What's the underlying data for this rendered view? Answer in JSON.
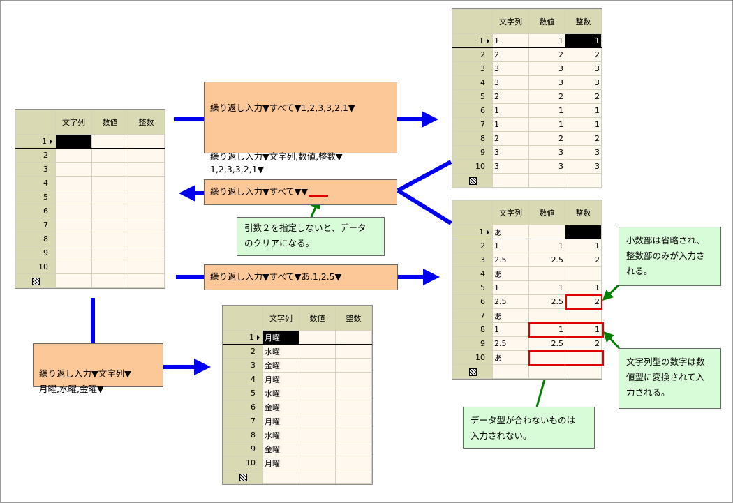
{
  "headers": [
    "文字列",
    "数値",
    "整数"
  ],
  "commands": {
    "cmd1_line1": "繰り返し入力▼すべて▼1,2,3,3,2,1▼",
    "cmd1_line2": "繰り返し入力▼文字列,数値,整数▼\n1,2,3,3,2,1▼",
    "cmd2_prefix": "繰り返し入力▼すべて",
    "cmd2_suffix": "▼▼",
    "cmd3": "繰り返し入力▼すべて▼あ,1,2.5▼",
    "cmd4": "繰り返し入力▼文字列▼\n月曜,水曜,金曜▼"
  },
  "notes": {
    "clear": "引数２を指定しないと、データ\nのクリアになる。",
    "decimal": "小数部は省略され、\n整数部のみが入力さ\nれる。",
    "string_num": "文字列型の数字は数\n値型に変換されて入\n力される。",
    "mismatch": "データ型が合わないものは\n入力されない。"
  },
  "grids": {
    "empty": {
      "rows": [
        [
          "",
          "",
          ""
        ],
        [
          "",
          "",
          ""
        ],
        [
          "",
          "",
          ""
        ],
        [
          "",
          "",
          ""
        ],
        [
          "",
          "",
          ""
        ],
        [
          "",
          "",
          ""
        ],
        [
          "",
          "",
          ""
        ],
        [
          "",
          "",
          ""
        ],
        [
          "",
          "",
          ""
        ],
        [
          "",
          "",
          ""
        ]
      ]
    },
    "top_right": {
      "rows": [
        [
          "1",
          "1",
          "1"
        ],
        [
          "2",
          "2",
          "2"
        ],
        [
          "3",
          "3",
          "3"
        ],
        [
          "3",
          "3",
          "3"
        ],
        [
          "2",
          "2",
          "2"
        ],
        [
          "1",
          "1",
          "1"
        ],
        [
          "1",
          "1",
          "1"
        ],
        [
          "2",
          "2",
          "2"
        ],
        [
          "3",
          "3",
          "3"
        ],
        [
          "3",
          "3",
          "3"
        ]
      ]
    },
    "mid_right": {
      "rows": [
        [
          "あ",
          "",
          ""
        ],
        [
          "1",
          "1",
          "1"
        ],
        [
          "2.5",
          "2.5",
          "2"
        ],
        [
          "あ",
          "",
          ""
        ],
        [
          "1",
          "1",
          "1"
        ],
        [
          "2.5",
          "2.5",
          "2"
        ],
        [
          "あ",
          "",
          ""
        ],
        [
          "1",
          "1",
          "1"
        ],
        [
          "2.5",
          "2.5",
          "2"
        ],
        [
          "あ",
          "",
          ""
        ]
      ]
    },
    "bottom": {
      "rows": [
        [
          "月曜",
          "",
          ""
        ],
        [
          "水曜",
          "",
          ""
        ],
        [
          "金曜",
          "",
          ""
        ],
        [
          "月曜",
          "",
          ""
        ],
        [
          "水曜",
          "",
          ""
        ],
        [
          "金曜",
          "",
          ""
        ],
        [
          "月曜",
          "",
          ""
        ],
        [
          "水曜",
          "",
          ""
        ],
        [
          "金曜",
          "",
          ""
        ],
        [
          "月曜",
          "",
          ""
        ]
      ]
    }
  },
  "colors": {
    "arrow_blue": "#0000ee",
    "arrow_green": "#008000",
    "highlight_red": "#e00000",
    "command_fill": "#fdc898",
    "note_fill": "#d8fbd8",
    "header_fill": "#d9d9b3"
  }
}
